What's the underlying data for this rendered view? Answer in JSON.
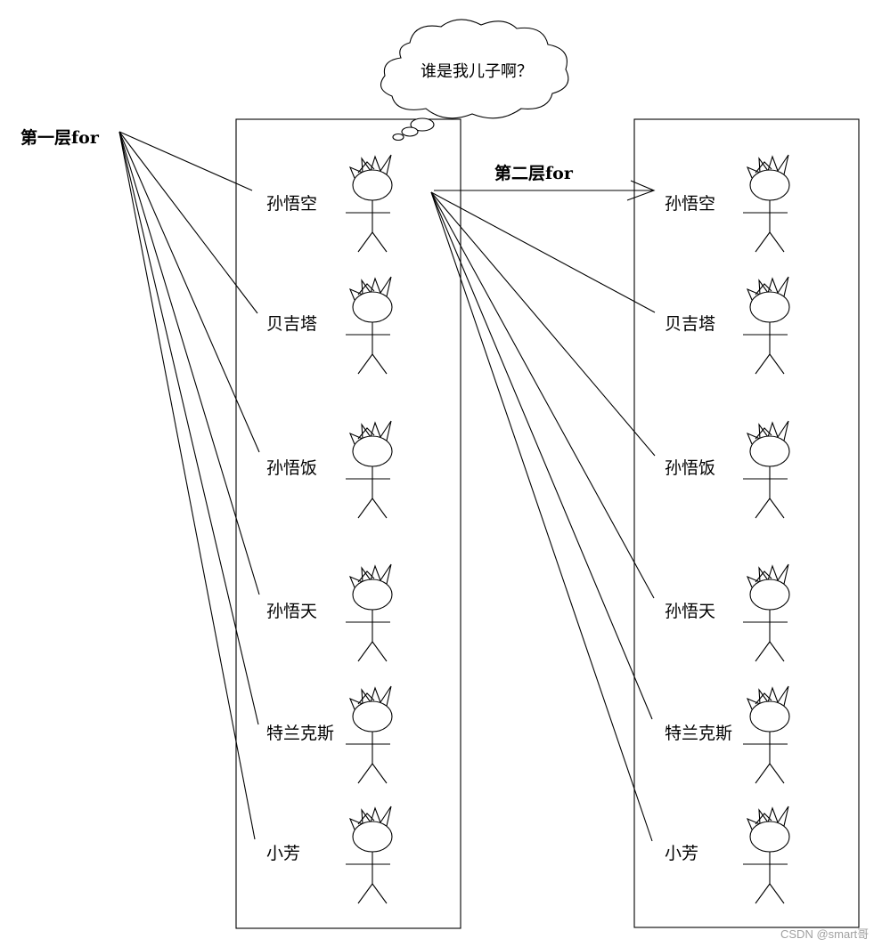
{
  "left_label": "第一层for",
  "right_label": "第二层for",
  "thought_bubble": "谁是我儿子啊？",
  "left_column": {
    "names": [
      "孙悟空",
      "贝吉塔",
      "孙悟饭",
      "孙悟天",
      "特兰克斯",
      "小芳"
    ]
  },
  "right_column": {
    "names": [
      "孙悟空",
      "贝吉塔",
      "孙悟饭",
      "孙悟天",
      "特兰克斯",
      "小芳"
    ]
  },
  "watermark": "CSDN @smart哥"
}
